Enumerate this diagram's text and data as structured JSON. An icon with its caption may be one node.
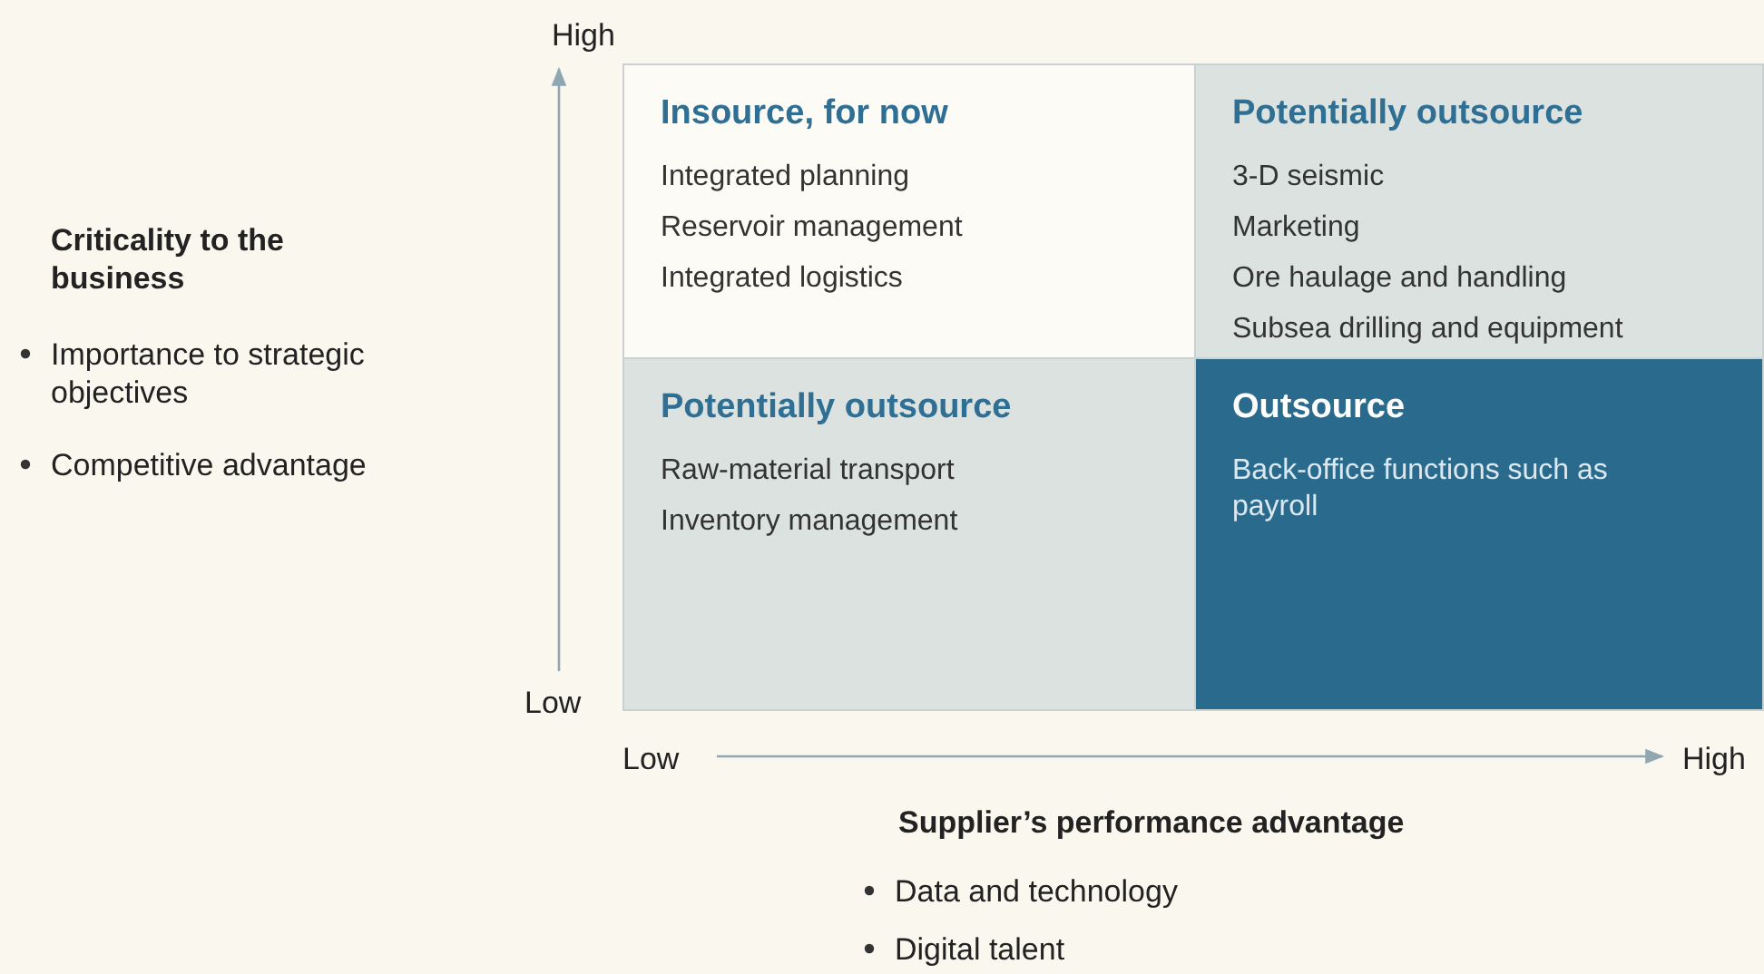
{
  "diagram": {
    "nodes": [
      {
        "text": [
          "Insource, for now",
          "Integrated planning",
          "Reservoir management",
          "Integrated logistics"
        ]
      },
      {
        "text": [
          "Potentially outsource",
          "3-D seismic",
          "Marketing",
          "Ore haulage and handling",
          "Subsea drilling and equipment"
        ]
      },
      {
        "text": [
          "Potentially outsource",
          "Raw-material transport",
          "Inventory management"
        ]
      },
      {
        "text": [
          "Outsource",
          "Back-office functions such as payroll"
        ]
      }
    ],
    "labels": [
      "High",
      "Criticality to the business",
      "Importance to strategic objectives",
      "Competitive advantage",
      "Low",
      "Low",
      "High",
      "Supplier’s performance advantage",
      "Data and technology",
      "Digital talent"
    ]
  }
}
